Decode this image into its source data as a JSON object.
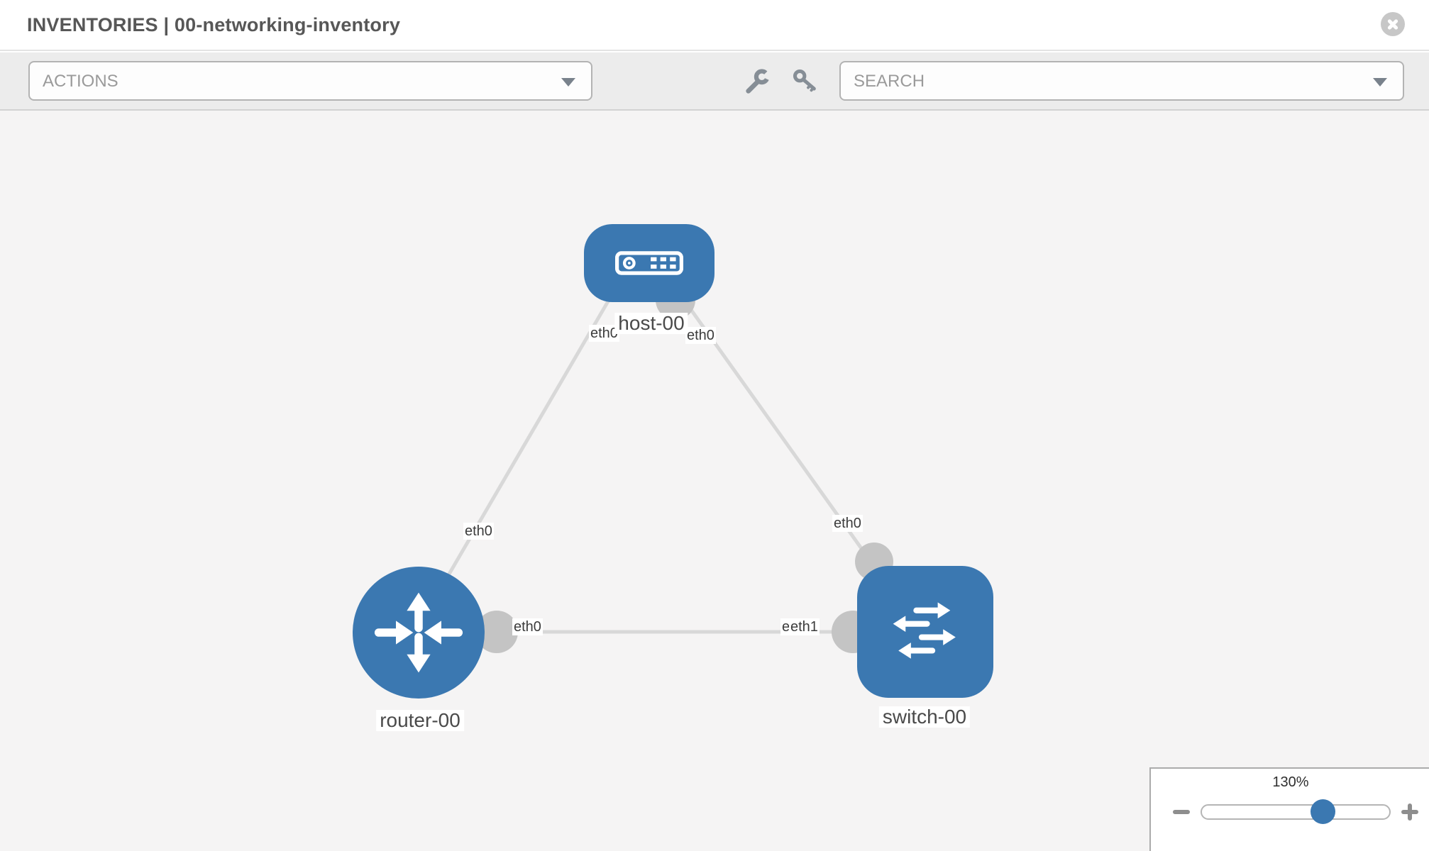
{
  "header": {
    "title": "INVENTORIES | 00-networking-inventory",
    "section": "INVENTORIES",
    "inventory_name": "00-networking-inventory"
  },
  "toolbar": {
    "actions_label": "ACTIONS",
    "search_placeholder": "SEARCH",
    "tools": [
      "wrench",
      "key"
    ]
  },
  "topology": {
    "nodes": [
      {
        "id": "host-00",
        "type": "host",
        "label": "host-00"
      },
      {
        "id": "router-00",
        "type": "router",
        "label": "router-00"
      },
      {
        "id": "switch-00",
        "type": "switch",
        "label": "switch-00"
      }
    ],
    "links": [
      {
        "source": "host-00",
        "source_interface": "eth0",
        "target": "router-00",
        "target_interface": "eth0"
      },
      {
        "source": "host-00",
        "source_interface": "eth0",
        "target": "switch-00",
        "target_interface": "eth0"
      },
      {
        "source": "router-00",
        "source_interface": "eth0",
        "target": "switch-00",
        "target_interface": "eth1"
      }
    ],
    "labels": {
      "host_eth_left": "eth0",
      "host_eth_right": "eth0",
      "router_link_host": "eth0",
      "switch_link_host": "eth0",
      "router_link_switch": "eth0",
      "switch_link_router_behind": "eth0",
      "switch_link_router_front": "eth1"
    }
  },
  "zoom_control": {
    "level_label": "130%",
    "percent": 130
  },
  "colors": {
    "node_blue": "#3b78b1",
    "edge_gray": "#d8d8d8",
    "connector_gray": "#c4c4c4",
    "toolbar_bg": "#ececec",
    "canvas_bg": "#f5f4f4"
  }
}
